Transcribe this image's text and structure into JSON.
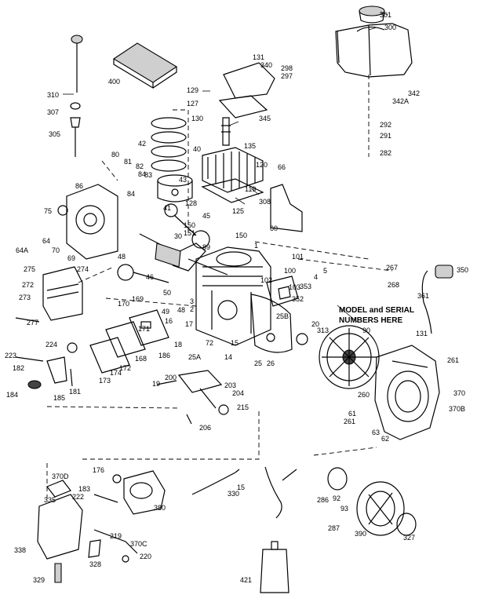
{
  "diagram": {
    "note_lines": [
      "MODEL and SERIAL",
      "NUMBERS HERE"
    ],
    "callouts": [
      "301",
      "300",
      "131",
      "340",
      "298",
      "297",
      "310",
      "400",
      "129",
      "127",
      "342",
      "342A",
      "307",
      "130",
      "345",
      "305",
      "292",
      "291",
      "282",
      "42",
      "135",
      "80",
      "81",
      "82",
      "84",
      "40",
      "120",
      "66",
      "86",
      "83",
      "43",
      "119",
      "308",
      "75",
      "84",
      "41",
      "128",
      "125",
      "64",
      "70",
      "69",
      "45",
      "60",
      "64A",
      "150",
      "151",
      "150",
      "30",
      "89",
      "1",
      "101",
      "267",
      "48",
      "350",
      "275",
      "274",
      "46",
      "102",
      "100",
      "5",
      "268",
      "272",
      "50",
      "4",
      "353",
      "273",
      "170",
      "169",
      "49",
      "3",
      "2",
      "103",
      "352",
      "361",
      "277",
      "171",
      "48",
      "25B",
      "16",
      "17",
      "72",
      "313",
      "20",
      "90",
      "131",
      "223",
      "224",
      "168",
      "172",
      "186",
      "18",
      "182",
      "173",
      "174",
      "14",
      "15",
      "25",
      "26",
      "261",
      "25A",
      "184",
      "185",
      "181",
      "200",
      "19",
      "203",
      "204",
      "260",
      "370",
      "370B",
      "215",
      "61",
      "261",
      "63",
      "62",
      "206",
      "176",
      "370D",
      "183",
      "330",
      "222",
      "15",
      "286",
      "92",
      "335",
      "380",
      "93",
      "219",
      "370C",
      "287",
      "390",
      "327",
      "220",
      "338",
      "328",
      "329",
      "421"
    ]
  }
}
